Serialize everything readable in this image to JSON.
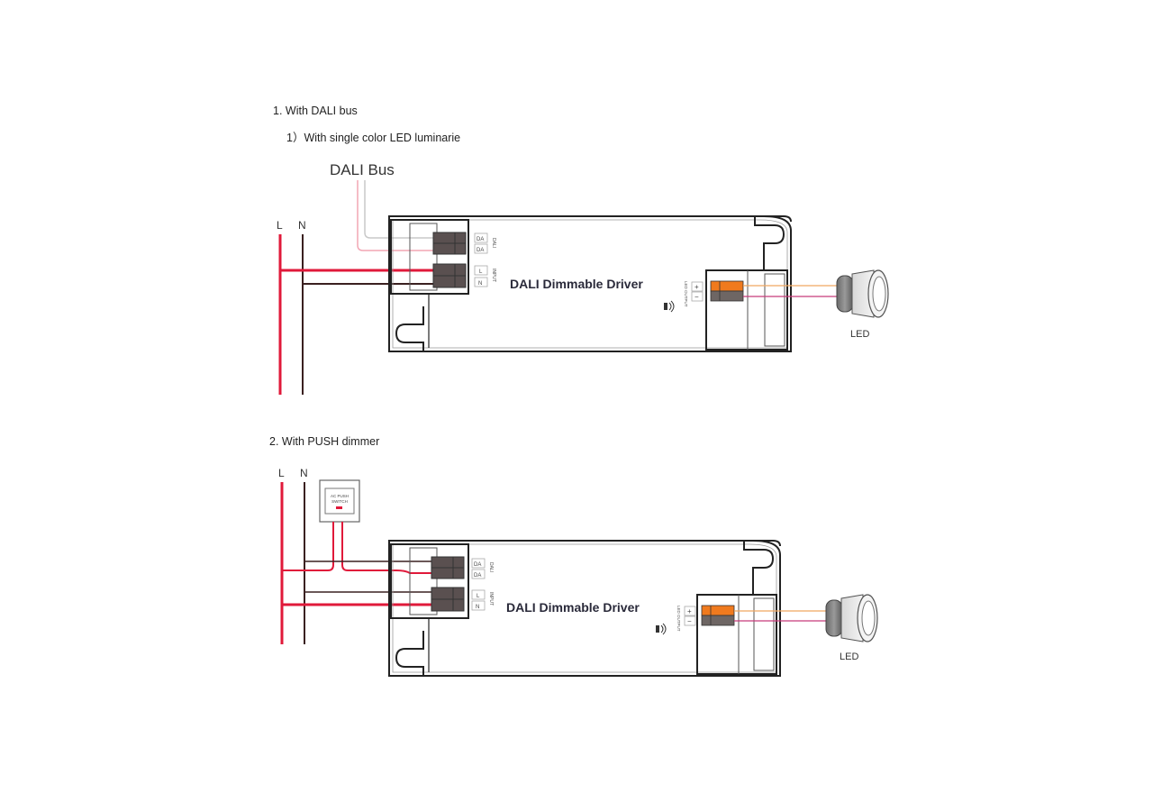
{
  "section1": {
    "heading": "1. With DALI bus",
    "subheading": "1）With single color LED luminarie",
    "bus_label": "DALI Bus",
    "line_labels": {
      "L": "L",
      "N": "N"
    },
    "driver_label": "DALI Dimmable Driver",
    "input_terminals": [
      "DA",
      "DA",
      "L",
      "N"
    ],
    "input_group_labels": [
      "DALI",
      "INPUT"
    ],
    "output_terminals": [
      "+",
      "−"
    ],
    "output_group_label": "LED OUTPUT",
    "led_label": "LED"
  },
  "section2": {
    "heading": "2. With PUSH dimmer",
    "line_labels": {
      "L": "L",
      "N": "N"
    },
    "switch_label_line1": "AC PUSH",
    "switch_label_line2": "SWITCH",
    "driver_label": "DALI Dimmable Driver",
    "input_terminals": [
      "DA",
      "DA",
      "L",
      "N"
    ],
    "input_group_labels": [
      "DALI",
      "INPUT"
    ],
    "output_terminals": [
      "+",
      "−"
    ],
    "output_group_label": "LED OUTPUT",
    "led_label": "LED"
  },
  "colors": {
    "live_wire": "#e0193a",
    "neutral_wire": "#3a2020",
    "dali_wire_light": "#f2a6b4",
    "dali_wire_gray": "#c8c8c8",
    "terminal_block": "#5a5050",
    "output_plus": "#f07a1e",
    "output_minus": "#6e6664",
    "led_plus_wire": "#f0a860",
    "led_minus_wire": "#c83a7a"
  }
}
